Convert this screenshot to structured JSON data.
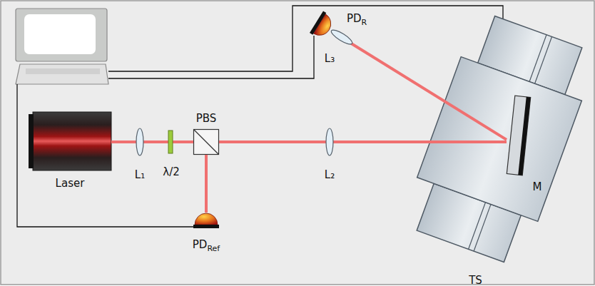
{
  "diagram": {
    "nodes": [
      {
        "text": [
          "PD",
          "R"
        ]
      },
      {
        "text": [
          "Laser"
        ]
      },
      {
        "text": [
          "PBS"
        ]
      },
      {
        "text": [
          "PD",
          "Ref"
        ]
      },
      {
        "text": [
          "TS"
        ]
      },
      {
        "text": [
          "M"
        ],
        "in": 4
      }
    ],
    "edges": [
      {
        "from": 1,
        "to": 2,
        "arrow": "none"
      },
      {
        "from": 2,
        "to": 5,
        "arrow": "none"
      },
      {
        "from": 2,
        "to": 3,
        "arrow": "none"
      },
      {
        "from": 5,
        "to": 0,
        "arrow": "none"
      }
    ],
    "labels": [
      "L₁",
      "λ/2",
      "L₂",
      "L₃"
    ]
  }
}
